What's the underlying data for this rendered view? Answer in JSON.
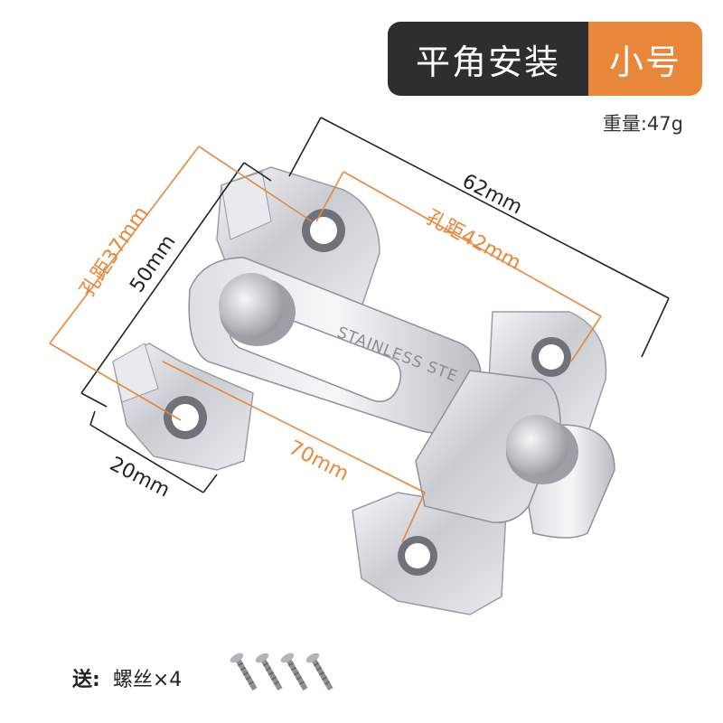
{
  "title": {
    "mount": "平角安装",
    "size": "小号"
  },
  "weight": "重量:47g",
  "dimensions": {
    "width_overall": "62mm",
    "hole_spacing_horizontal": "孔距42mm",
    "height_overall": "50mm",
    "hole_spacing_vertical": "孔距37mm",
    "tab_width": "20mm",
    "total_length": "70mm"
  },
  "engraving": "STAINLESS STE",
  "accessory": {
    "label": "送:",
    "item": "螺丝",
    "qty": "×4"
  },
  "colors": {
    "accent": "#e8873a",
    "dark": "#2e2e2e",
    "steel": "#c8cbd0"
  }
}
